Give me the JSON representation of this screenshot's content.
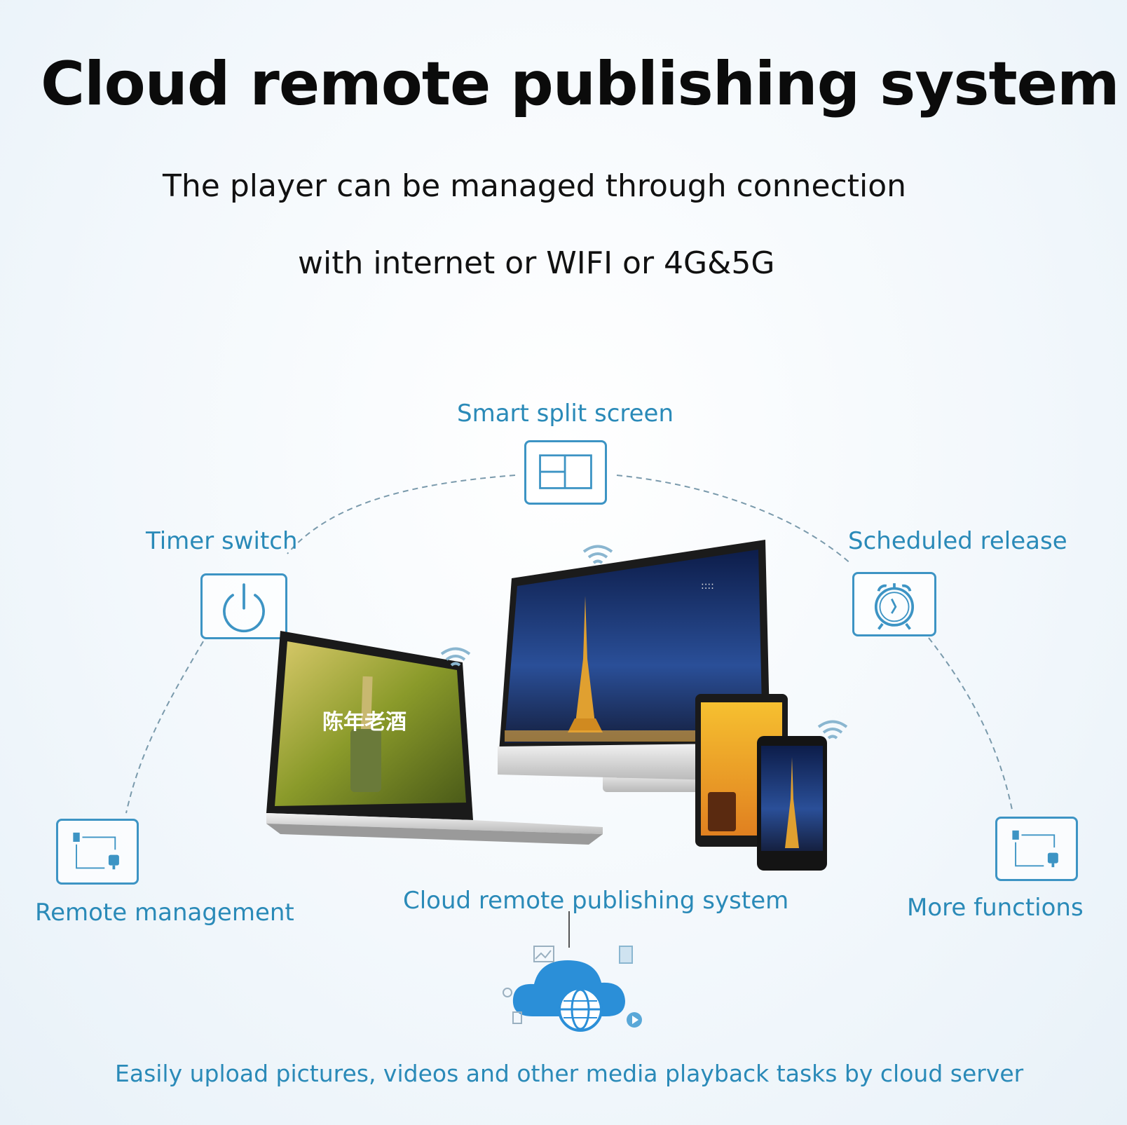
{
  "title": "Cloud remote publishing system",
  "subtitle_line1": "The player can be managed through connection",
  "subtitle_line2": "with internet or WIFI or 4G&5G",
  "features": {
    "top": "Smart split screen",
    "left": "Timer switch",
    "right": "Scheduled release",
    "bottom_left": "Remote management",
    "bottom_right": "More functions",
    "center": "Cloud remote publishing system"
  },
  "laptop_screen_text": {
    "brand": "陈年老酒"
  },
  "footer": "Easily upload pictures, videos and other media playback tasks by cloud server",
  "colors": {
    "accent": "#2a8ab8",
    "icon_border": "#3d94c4",
    "cloud": "#2b8fd8"
  },
  "icons": [
    "split-screen-icon",
    "power-icon",
    "alarm-clock-icon",
    "remote-network-icon",
    "cloud-globe-icon",
    "wifi-icon"
  ]
}
